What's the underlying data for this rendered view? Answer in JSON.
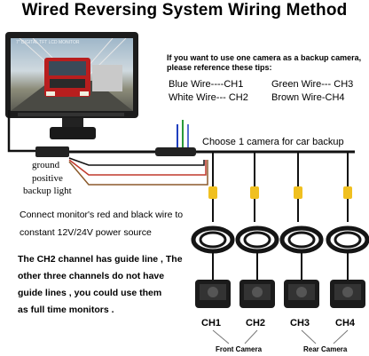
{
  "title": "Wired Reversing System Wiring Method",
  "monitor": {
    "screen_label": "7\" DIGITAL TFT LCD MONITOR"
  },
  "tips": {
    "line1": "If  you want to use one camera as a backup camera,",
    "line2": "please reference these tips:"
  },
  "wires": {
    "blue": "Blue Wire----CH1",
    "green": "Green Wire--- CH3",
    "white": "White Wire--- CH2",
    "brown": "Brown Wire-CH4"
  },
  "backup_note": "Choose 1 camera for car backup",
  "power_wires": {
    "ground": "ground",
    "positive": "positive",
    "backup": "backup light"
  },
  "connect_note": {
    "line1": "Connect monitor's red and black wire to",
    "line2": "constant 12V/24V power source"
  },
  "guide_note": {
    "line1": "The CH2 channel has guide line , The",
    "line2": "other three channels do not have",
    "line3": "guide lines  , you could use them",
    "line4": "as full time monitors ."
  },
  "channels": [
    "CH1",
    "CH2",
    "CH3",
    "CH4"
  ],
  "camera_groups": {
    "front": "Front Camera",
    "rear": "Rear Camera"
  },
  "colors": {
    "blue": "#1f3fbf",
    "green": "#2a9a3a",
    "white": "#cfcfcf",
    "brown": "#8b5a2b",
    "red": "#c0392b",
    "yellow": "#f0c020"
  }
}
